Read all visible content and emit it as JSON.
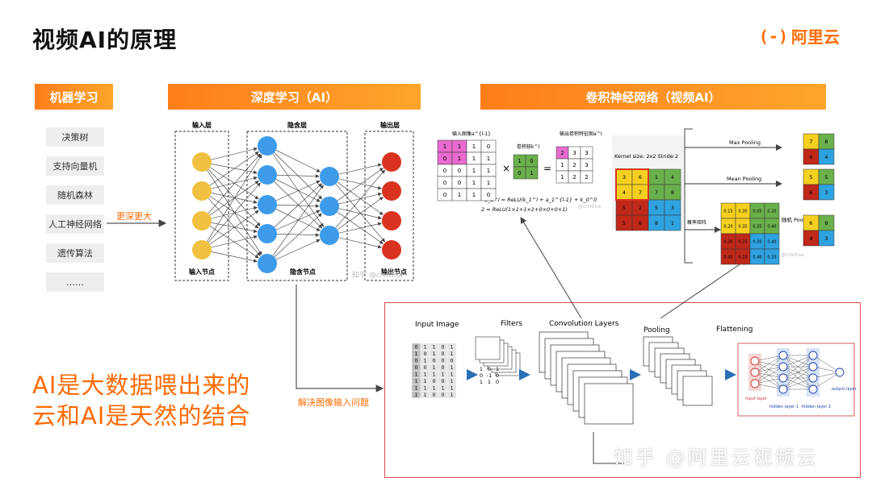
{
  "title": "视频AI的原理",
  "logo": {
    "mark": "(-)",
    "text": "阿里云"
  },
  "sections": {
    "ml": "机器学习",
    "dl": "深度学习（AI）",
    "cnn": "卷积神经网络（视频AI）"
  },
  "ml_items": [
    "决策树",
    "支持向量机",
    "随机森林",
    "人工神经网络",
    "遗传算法",
    "……"
  ],
  "arrow_deeper": "更深更大",
  "arrow_image": "解决图像输入问题",
  "big_text": [
    "AI是大数据喂出来的",
    "云和AI是天然的结合"
  ],
  "nn": {
    "input_layer": "输入层",
    "hidden_layer": "隐含层",
    "output_layer": "输出层",
    "input_node": "输入节点",
    "hidden_node": "隐含节点",
    "output_node": "输出节点",
    "watermark": "知乎 @cristina"
  },
  "conv": {
    "input_label": "输入图像a^{l-1}",
    "kernel_label": "卷积核k^l",
    "output_label": "输出卷积特征图a^l",
    "input_grid": [
      [
        1,
        1,
        1,
        0
      ],
      [
        0,
        1,
        1,
        1
      ],
      [
        0,
        0,
        1,
        1
      ],
      [
        0,
        0,
        1,
        1
      ],
      [
        0,
        1,
        1,
        0
      ]
    ],
    "kernel_grid": [
      [
        1,
        0
      ],
      [
        0,
        1
      ]
    ],
    "output_grid": [
      [
        2,
        3,
        3
      ],
      [
        1,
        2,
        3
      ],
      [
        1,
        2,
        2
      ]
    ],
    "times": "×",
    "equals": "=",
    "formula1": "a_1^l = ReLU(k_1^l + a_1^{l-1} + k_0^l)",
    "formula2": "2 = ReLU(1×1+1×1+0×0+0×1)",
    "watermark": "@cristina"
  },
  "pool": {
    "kernel_label": "Kernel size: 2x2 Stride:2",
    "max_label": "Max Pooling",
    "mean_label": "Mean Pooling",
    "random_label": "随机 Pooling",
    "prob_label": "概率矩阵",
    "grid": [
      [
        3,
        6,
        1,
        4
      ],
      [
        4,
        7,
        7,
        8
      ],
      [
        5,
        2,
        5,
        3
      ],
      [
        5,
        6,
        8,
        1
      ]
    ],
    "max_out": [
      [
        7,
        8
      ],
      [
        6,
        4
      ]
    ],
    "mean_out": [
      [
        5,
        5
      ],
      [
        6,
        3
      ]
    ],
    "random_out": [
      [
        6,
        8
      ],
      [
        4,
        3
      ]
    ],
    "prob_grid": [
      [
        "0.15",
        "0.30",
        "0.05",
        "0.20"
      ],
      [
        "0.20",
        "0.35",
        "0.35",
        "0.40"
      ],
      [
        "0.20",
        "0.25",
        "0.30",
        "0.40"
      ],
      [
        "0.45",
        "0.10",
        "0.40",
        "0.10"
      ]
    ],
    "watermark": "知乎 @cristina"
  },
  "pipeline": {
    "input_image": "Input Image",
    "filters": "Filters",
    "conv_layers": "Convolution Layers",
    "pooling": "Pooling",
    "flattening": "Flattening",
    "binary": [
      [
        0,
        1,
        1,
        0,
        1
      ],
      [
        1,
        0,
        1,
        0,
        1
      ],
      [
        0,
        1,
        0,
        0,
        0
      ],
      [
        0,
        0,
        1,
        0,
        1
      ],
      [
        1,
        1,
        1,
        1,
        1
      ],
      [
        1,
        1,
        0,
        0,
        1
      ],
      [
        1,
        1,
        1,
        1,
        1
      ],
      [
        1,
        1,
        0,
        0,
        1
      ]
    ],
    "filter_grid": [
      [
        "1",
        "0",
        "1"
      ],
      [
        "0",
        "-1",
        "0"
      ],
      [
        "1",
        "1",
        "0"
      ]
    ],
    "input_layer": "input layer",
    "hidden1": "hidden layer 1",
    "hidden2": "hidden layer 2",
    "output_layer": "output layer"
  },
  "watermark": "知乎 @阿里云视频云",
  "colors": {
    "accent": "#ff6a00",
    "yellow": "#f0c040",
    "blue": "#3d9be9",
    "red": "#d9331f",
    "pink": "#e86bd0",
    "green": "#6ab04c"
  }
}
